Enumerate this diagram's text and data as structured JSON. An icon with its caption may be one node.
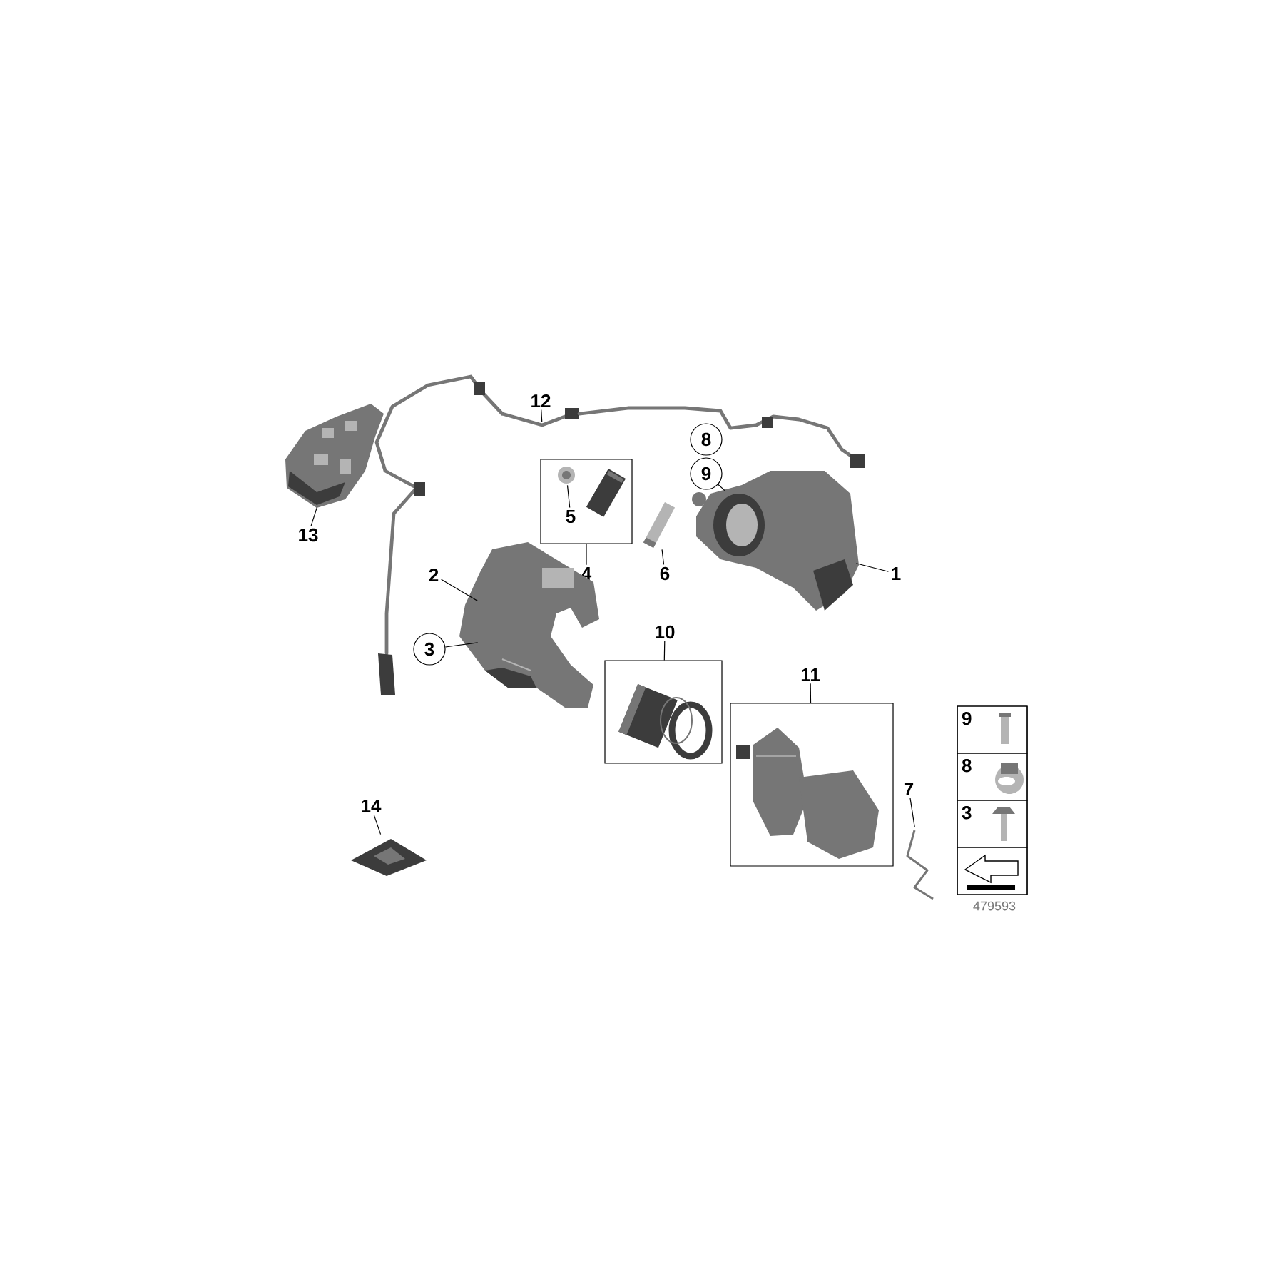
{
  "diagram": {
    "nodes": [
      {
        "text": [
          "13"
        ]
      },
      {
        "text": [],
        "shape": "picture"
      },
      {
        "text": [
          "12"
        ]
      },
      {
        "text": [],
        "shape": "picture"
      },
      {
        "text": [
          "8"
        ]
      },
      {
        "text": [
          "9"
        ]
      },
      {
        "text": [],
        "shape": "picture"
      },
      {
        "text": [
          "1"
        ]
      },
      {
        "text": [],
        "shape": "box"
      },
      {
        "text": [],
        "shape": "picture",
        "in": 8
      },
      {
        "text": [],
        "shape": "picture",
        "in": 8
      },
      {
        "text": [
          "5"
        ],
        "in": 8
      },
      {
        "text": [
          "4"
        ]
      },
      {
        "text": [],
        "shape": "picture"
      },
      {
        "text": [
          "6"
        ]
      },
      {
        "text": [
          "2"
        ]
      },
      {
        "text": [],
        "shape": "picture"
      },
      {
        "text": [
          "3"
        ]
      },
      {
        "text": [
          "10"
        ]
      },
      {
        "text": [],
        "shape": "box"
      },
      {
        "text": [],
        "shape": "picture",
        "in": 19
      },
      {
        "text": [
          "11"
        ]
      },
      {
        "text": [],
        "shape": "box"
      },
      {
        "text": [],
        "shape": "picture",
        "in": 22
      },
      {
        "text": [
          "7"
        ]
      },
      {
        "text": [],
        "shape": "picture"
      },
      {
        "text": [
          "14"
        ]
      },
      {
        "text": [],
        "shape": "picture"
      },
      {
        "text": [],
        "shape": "box"
      },
      {
        "text": [
          "9"
        ],
        "in": 28
      },
      {
        "text": [
          "8"
        ],
        "in": 28
      },
      {
        "text": [
          "3"
        ],
        "in": 28
      },
      {
        "text": [],
        "shape": "box",
        "in": 28
      }
    ],
    "edges": [
      {
        "from": 0,
        "to": 1,
        "arrow": "none"
      },
      {
        "from": 2,
        "to": 3,
        "arrow": "none"
      },
      {
        "from": 5,
        "to": 6,
        "arrow": "none"
      },
      {
        "from": 7,
        "to": 6,
        "arrow": "none"
      },
      {
        "from": 11,
        "to": 9,
        "arrow": "none"
      },
      {
        "from": 12,
        "to": 8,
        "arrow": "none"
      },
      {
        "from": 14,
        "to": 13,
        "arrow": "none"
      },
      {
        "from": 15,
        "to": 16,
        "arrow": "none"
      },
      {
        "from": 17,
        "to": 16,
        "arrow": "none"
      },
      {
        "from": 18,
        "to": 19,
        "arrow": "none"
      },
      {
        "from": 21,
        "to": 22,
        "arrow": "none"
      },
      {
        "from": 24,
        "to": 25,
        "arrow": "none"
      },
      {
        "from": 26,
        "to": 27,
        "arrow": "none"
      }
    ],
    "labels": [
      "479593"
    ]
  }
}
